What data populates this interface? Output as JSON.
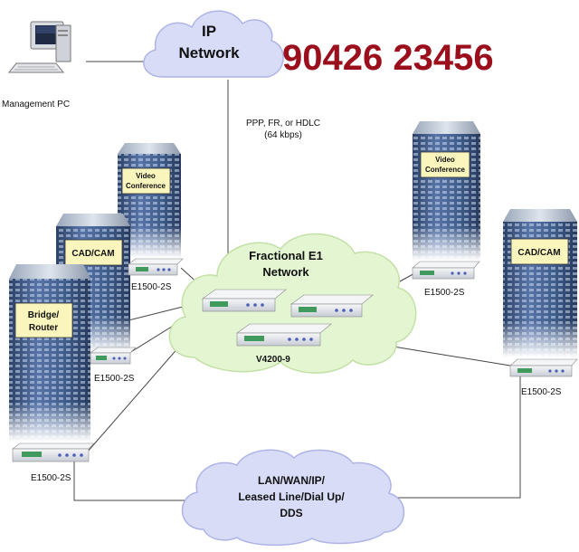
{
  "banner": {
    "phone": "90426 23456",
    "color": "#9b0f1d"
  },
  "clouds": {
    "ip": {
      "line1": "IP",
      "line2": "Network"
    },
    "e1": {
      "line1": "Fractional E1",
      "line2": "Network"
    },
    "lan": {
      "line1": "LAN/WAN/IP/",
      "line2": "Leased Line/Dial Up/",
      "line3": "DDS"
    }
  },
  "link_label": {
    "line1": "PPP, FR, or HDLC",
    "line2": "(64 kbps)"
  },
  "management_pc": {
    "label": "Management PC"
  },
  "buildings": {
    "video_left": {
      "line1": "Video",
      "line2": "Conference"
    },
    "video_right": {
      "line1": "Video",
      "line2": "Conference"
    },
    "cadcam_left": {
      "label": "CAD/CAM"
    },
    "cadcam_right": {
      "label": "CAD/CAM"
    },
    "bridge": {
      "line1": "Bridge/",
      "line2": "Router"
    }
  },
  "devices": {
    "e1500_video_left": "E1500-2S",
    "e1500_cadcam_left": "E1500-2S",
    "e1500_bridge": "E1500-2S",
    "e1500_video_right": "E1500-2S",
    "e1500_cadcam_right": "E1500-2S",
    "v4200": "V4200-9"
  },
  "colors": {
    "cloud": "#d8dcf7",
    "cloud_edge": "#aeb4e6",
    "e1_cloud": "#e4f5d2",
    "e1_cloud_edge": "#c3e0a6",
    "building": "#3e5c8a",
    "building_dark": "#2b4166",
    "label_box": "#f9f5bd",
    "device": "#e8ebef"
  }
}
